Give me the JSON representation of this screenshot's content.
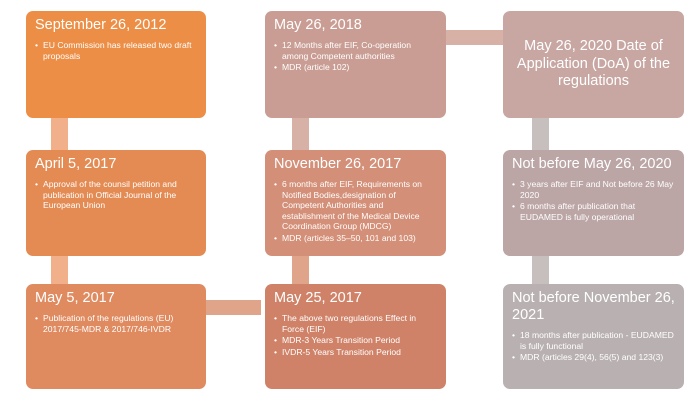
{
  "colors": {
    "orange_dark": "#ec8e45",
    "orange_mid": "#e08a5c",
    "brown_light": "#d3907a",
    "rose": "#c79c92",
    "salmon": "#cf8267",
    "brown_mid": "#c79486",
    "grey_rose": "#b8a4a4",
    "grey": "#b7b0b0",
    "connector_orange": "#f2b08a",
    "connector_rose": "#d7b0a6",
    "connector_grey": "#c7bebe"
  },
  "boxes": {
    "sep2012": {
      "title": "September 26, 2012",
      "items": [
        "EU Commission has released two draft proposals"
      ]
    },
    "apr2017": {
      "title": "April 5, 2017",
      "items": [
        "Approval of the counsil petition and publication in Official Journal of the European Union"
      ]
    },
    "may2017": {
      "title": "May 5, 2017",
      "items": [
        "Publication of the regulations (EU) 2017/745-MDR & 2017/746-IVDR"
      ]
    },
    "may2018": {
      "title": "May 26, 2018",
      "items": [
        "12 Months after EIF, Co-operation among Competent authorities",
        "MDR (article 102)"
      ]
    },
    "nov2017": {
      "title": "November 26, 2017",
      "items": [
        "6 months after EIF, Requirements on Notified Bodies,designation of Competent Authorities and establishment of the Medical Device Coordination Group (MDCG)",
        "MDR (articles 35–50, 101 and 103)"
      ]
    },
    "may2017b": {
      "title": "May 25, 2017",
      "items": [
        "The above two regulations Effect in Force (EIF)",
        "MDR-3 Years Transition Period",
        "IVDR-5 Years Transition Period"
      ]
    },
    "doa2020": {
      "title": "May 26, 2020 Date of Application (DoA) of the regulations"
    },
    "may2020": {
      "title": "Not before May 26, 2020",
      "items": [
        "3 years after EIF and  Not before 26 May 2020",
        "6 months after publication that EUDAMED is fully operational"
      ]
    },
    "nov2021": {
      "title": "Not before November 26, 2021",
      "items": [
        "18 months after publication - EUDAMED is fully functional",
        "MDR (articles 29(4), 56(5) and 123(3)"
      ]
    }
  }
}
